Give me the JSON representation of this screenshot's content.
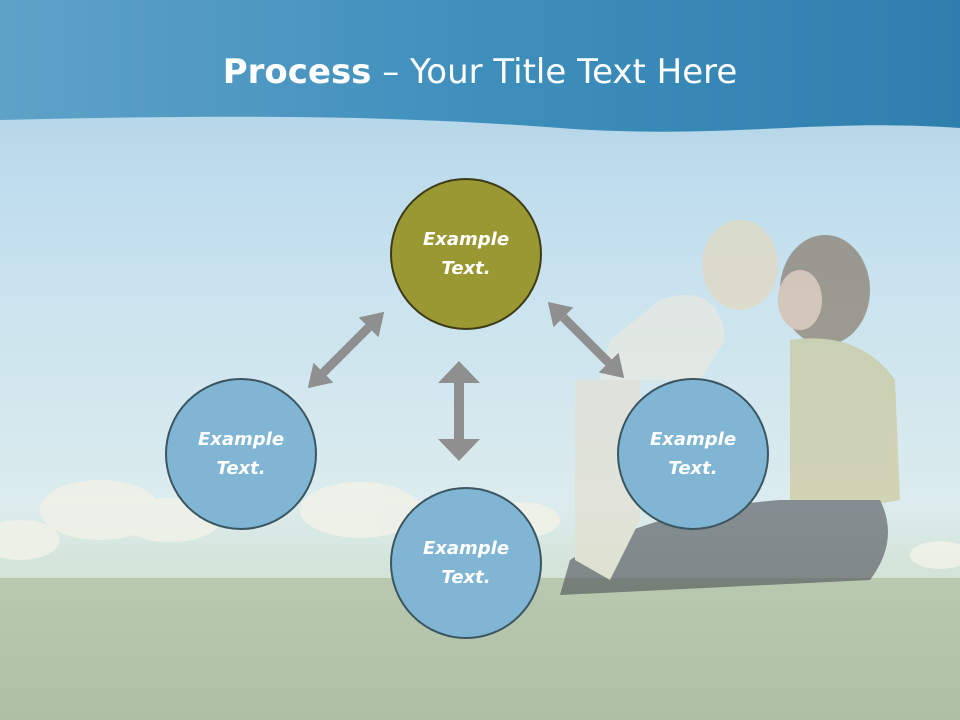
{
  "slide": {
    "title_bold": "Process",
    "title_rest": " – Your Title Text Here"
  },
  "nodes": [
    {
      "id": "top",
      "label": "Example Text.",
      "color": "#9a9833"
    },
    {
      "id": "left",
      "label": "Example Text.",
      "color": "#80b6d4"
    },
    {
      "id": "right",
      "label": "Example Text.",
      "color": "#80b6d4"
    },
    {
      "id": "bottom",
      "label": "Example Text.",
      "color": "#80b6d4"
    }
  ],
  "colors": {
    "header_band": "#3f8fbd",
    "arrow": "#8f8f8f"
  }
}
